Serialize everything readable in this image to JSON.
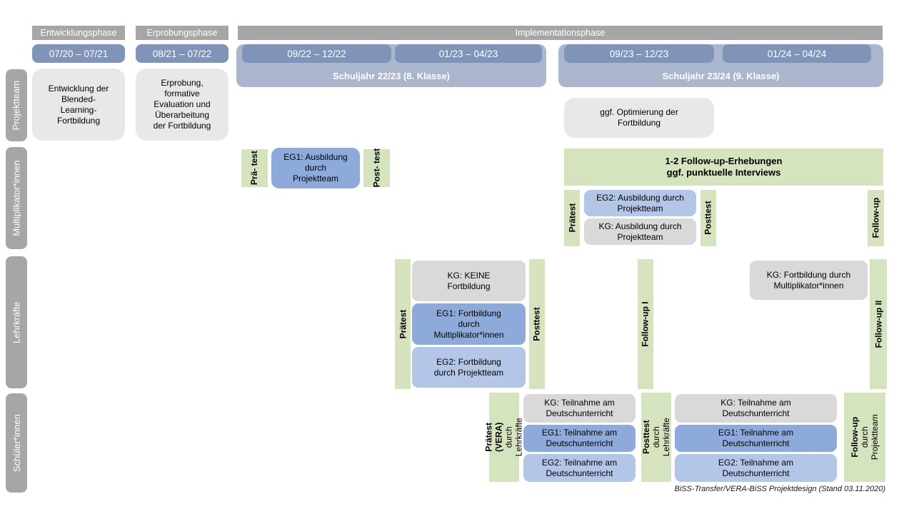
{
  "caption": "BiSS-Transfer/VERA-BiSS Projektdesign (Stand 03.11.2020)",
  "colors": {
    "header_gray": "#a6a6a6",
    "date_blue": "#8093b8",
    "year_band_blue": "#aab6cd",
    "light_gray_box": "#e8e8e8",
    "kg_gray": "#d9d9d9",
    "eg1_blue": "#8eaadb",
    "eg2_blue": "#b4c6e7",
    "green": "#d5e3bf"
  },
  "phases": {
    "entwicklung": "Entwicklungsphase",
    "erprobung": "Erprobungsphase",
    "implementation": "Implementationsphase"
  },
  "dates": {
    "d1": "07/20 – 07/21",
    "d2": "08/21 – 07/22",
    "d3": "09/22 – 12/22",
    "d4": "01/23 – 04/23",
    "d5": "09/23 – 12/23",
    "d6": "01/24 – 04/24"
  },
  "school_years": {
    "y1": "Schuljahr 22/23 (8. Klasse)",
    "y2": "Schuljahr 23/24 (9. Klasse)"
  },
  "row_labels": {
    "projektteam": "Projektteam",
    "multiplikatoren": "Multiplikator*innen",
    "lehrkraefte": "Lehrkräfte",
    "schueler": "Schüler*innen"
  },
  "projektteam": {
    "entwicklung_box": "Entwicklung der\nBlended-\nLearning-\nFortbildung",
    "erprobung_box": "Erprobung,\nformative\nEvaluation und\nÜberarbeitung\nder Fortbildung",
    "optimierung_box": "ggf. Optimierung der\nFortbildung"
  },
  "multiplikatoren": {
    "praetest1": "Prä-\ntest",
    "eg1": "EG1: Ausbildung\ndurch\nProjektteam",
    "posttest1": "Post-\ntest",
    "followup_box": "1-2 Follow-up-Erhebungen\nggf. punktuelle Interviews",
    "praetest2": "Prätest",
    "eg2": "EG2: Ausbildung durch\nProjektteam",
    "kg": "KG: Ausbildung durch\nProjektteam",
    "posttest2": "Posttest",
    "followup": "Follow-up"
  },
  "lehrkraefte": {
    "praetest": "Prätest",
    "kg": "KG: KEINE\nFortbildung",
    "eg1": "EG1: Fortbildung\ndurch\nMultiplikator*innen",
    "eg2": "EG2: Fortbildung\ndurch Projektteam",
    "posttest": "Posttest",
    "followup1": "Follow-up I",
    "kg2": "KG: Fortbildung durch\nMultiplikator*innen",
    "followup2": "Follow-up II"
  },
  "schueler": {
    "praetest_main": "Prätest (VERA)",
    "praetest_sub": "durch Lehrkräfte",
    "kg1": "KG: Teilnahme am\nDeutschunterricht",
    "eg1a": "EG1: Teilnahme am\nDeutschunterricht",
    "eg2a": "EG2: Teilnahme am\nDeutschunterricht",
    "posttest_main": "Posttest",
    "posttest_sub": "durch Lehrkräfte",
    "kg2": "KG: Teilnahme am\nDeutschunterricht",
    "eg1b": "EG1: Teilnahme am\nDeutschunterricht",
    "eg2b": "EG2: Teilnahme am\nDeutschunterricht",
    "followup_main": "Follow-up",
    "followup_sub": "durch\nProjektteam"
  }
}
